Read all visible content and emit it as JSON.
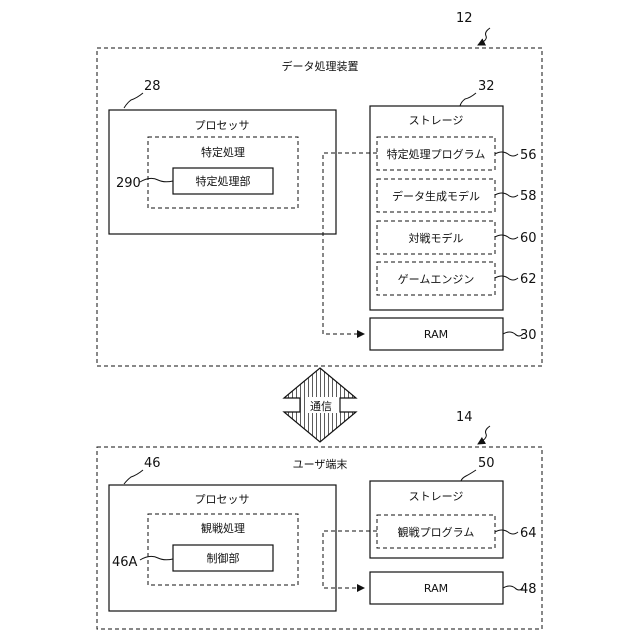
{
  "top_system": {
    "number": "12",
    "title": "データ処理装置",
    "processor": {
      "number": "28",
      "title": "プロセッサ",
      "process": {
        "title": "特定処理",
        "unit": {
          "label": "特定処理部",
          "number": "290"
        }
      }
    },
    "storage": {
      "number": "32",
      "title": "ストレージ",
      "items": [
        {
          "label": "特定処理プログラム",
          "number": "56"
        },
        {
          "label": "データ生成モデル",
          "number": "58"
        },
        {
          "label": "対戦モデル",
          "number": "60"
        },
        {
          "label": "ゲームエンジン",
          "number": "62"
        }
      ]
    },
    "ram": {
      "label": "RAM",
      "number": "30"
    }
  },
  "communication": {
    "label": "通信"
  },
  "bottom_system": {
    "number": "14",
    "title": "ユーザ端末",
    "processor": {
      "number": "46",
      "title": "プロセッサ",
      "process": {
        "title": "観戦処理",
        "unit": {
          "label": "制御部",
          "number": "46A"
        }
      }
    },
    "storage": {
      "number": "50",
      "title": "ストレージ",
      "items": [
        {
          "label": "観戦プログラム",
          "number": "64"
        }
      ]
    },
    "ram": {
      "label": "RAM",
      "number": "48"
    }
  }
}
